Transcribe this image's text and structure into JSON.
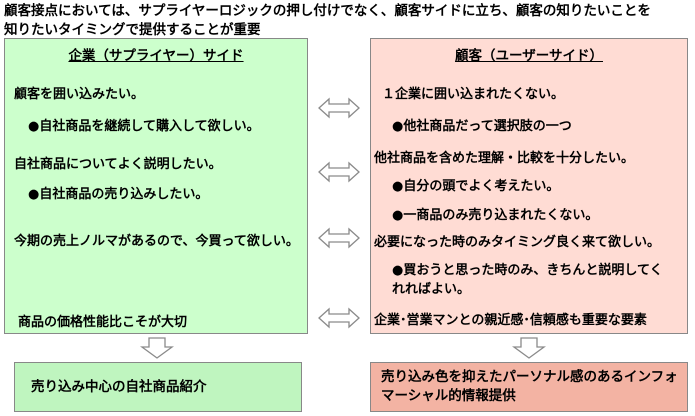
{
  "heading": {
    "line1": "顧客接点においては、サプライヤーロジックの押し付けでなく、顧客サイドに立ち、顧客の知りたいことを",
    "line2": "知りたいタイミングで提供することが重要"
  },
  "colors": {
    "left_fill": "#ccffcc",
    "right_fill": "#ffdcd4",
    "left_result_fill": "#bff5bf",
    "right_result_fill": "#f3b3a3",
    "border": "#888888"
  },
  "left": {
    "title": "企業（サプライヤー）サイド",
    "items": [
      "顧客を囲い込みたい。",
      "●自社商品を継続して購入して欲しい。",
      "自社商品についてよく説明したい。",
      "●自社商品の売り込みしたい。",
      "今期の売上ノルマがあるので、今買って欲しい。",
      "商品の価格性能比こそが大切"
    ],
    "result": "売り込み中心の自社商品紹介"
  },
  "right": {
    "title": "顧客（ユーザーサイド）",
    "items": [
      "１企業に囲い込まれたくない。",
      "●他社商品だって選択肢の一つ",
      "他社商品を含めた理解・比較を十分したい。",
      "●自分の頭でよく考えたい。",
      "●一商品のみ売り込まれたくない。",
      "必要になった時のみタイミング良く来て欲しい。",
      "●買おうと思った時のみ、きちんと説明してくれればよい。",
      "企業･営業マンとの親近感･信頼感も重要な要素"
    ],
    "result": "売り込み色を抑えたパーソナル感のあるインフォマーシャル的情報提供"
  },
  "icons": {
    "double_arrow": "left-right-arrow-icon",
    "down_arrow": "down-arrow-icon"
  }
}
